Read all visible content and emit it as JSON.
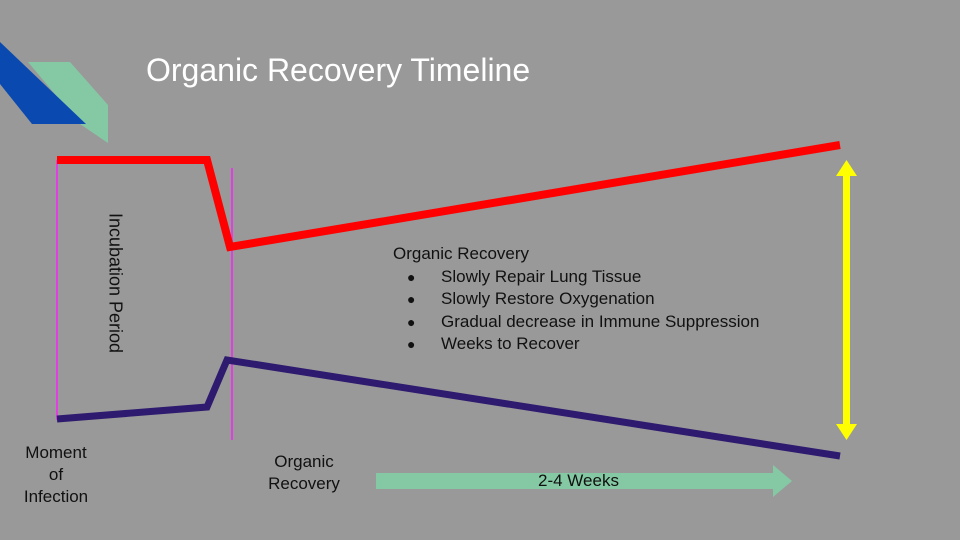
{
  "slide": {
    "title": "Organic Recovery Timeline",
    "incubation_label": "Incubation Period",
    "notes": {
      "heading": "Organic Recovery",
      "bullets": [
        "Slowly Repair Lung Tissue",
        "Slowly Restore Oxygenation",
        "Gradual decrease in Immune Suppression",
        "Weeks to Recover"
      ]
    },
    "moment_label": [
      "Moment",
      "of",
      "Infection"
    ],
    "recovery_label": [
      "Organic",
      "Recovery"
    ],
    "duration_label": "2-4 Weeks",
    "bullet_glyph": "●"
  },
  "colors": {
    "background": "#999999",
    "upper_line": "#ff0000",
    "lower_line": "#2e1a6e",
    "marker": "#e040e0",
    "range_arrow": "#ffff00",
    "duration_arrow": "#85c9a4",
    "deco_blue": "#0a4ab0",
    "deco_green": "#85c9a4"
  }
}
